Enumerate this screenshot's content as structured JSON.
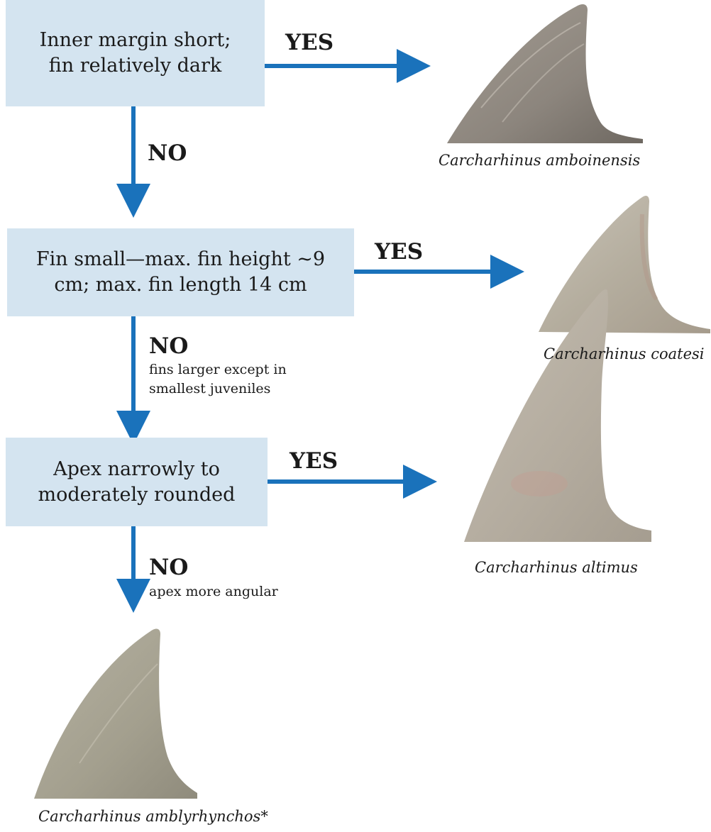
{
  "steps": [
    {
      "question": "Inner margin short; fin relatively dark",
      "yes": "YES",
      "no": "NO",
      "no_note": "",
      "species": "Carcharhinus amboinensis"
    },
    {
      "question": "Fin small—max. fin height ~9 cm; max. fin length 14 cm",
      "yes": "YES",
      "no": "NO",
      "no_note": "fins larger except in smallest juveniles",
      "species": "Carcharhinus coatesi"
    },
    {
      "question": "Apex narrowly to moderately rounded",
      "yes": "YES",
      "no": "NO",
      "no_note": "apex more angular",
      "species": "Carcharhinus altimus"
    }
  ],
  "final_species": "Carcharhinus amblyrhynchos*",
  "colors": {
    "box_fill": "#d4e4f0",
    "arrow": "#1a72bb",
    "fin_dark": "#8c857d",
    "fin_light": "#b8b2a6"
  }
}
